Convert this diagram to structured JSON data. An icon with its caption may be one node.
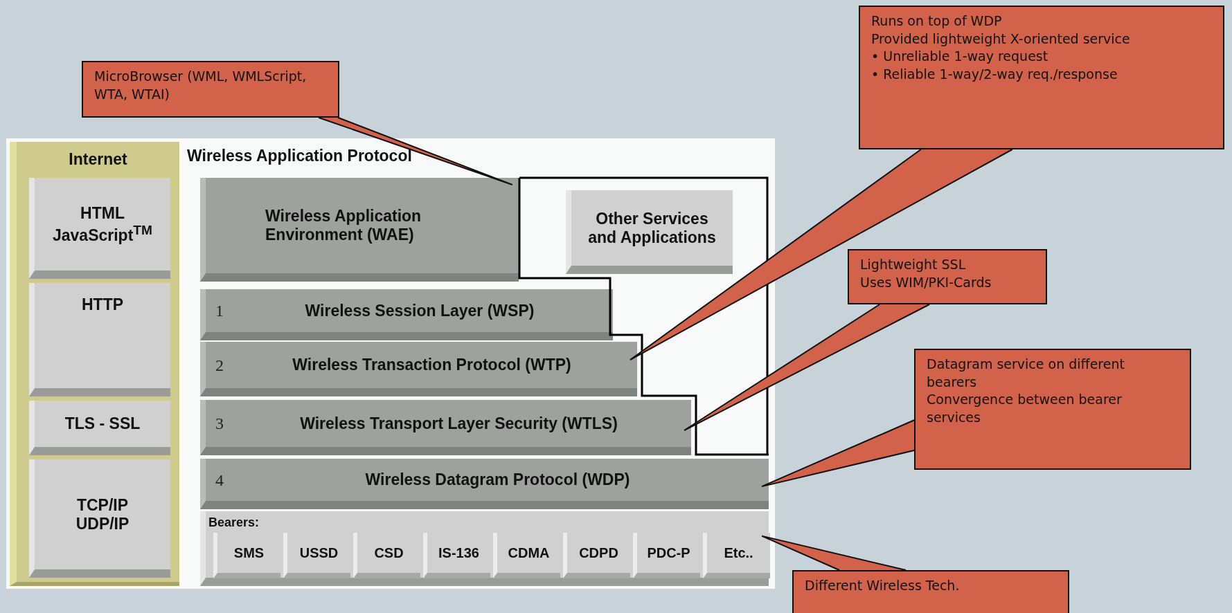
{
  "diagram": {
    "nodes": [
      {
        "text": [
          "Internet"
        ]
      },
      {
        "text": [
          "HTML",
          "JavaScript$^{TM}$"
        ],
        "in": 0
      },
      {
        "text": [
          "HTTP"
        ],
        "in": 0
      },
      {
        "text": [
          "TLS - SSL"
        ],
        "in": 0
      },
      {
        "text": [
          "TCP/IP",
          "UDP/IP"
        ],
        "in": 0
      },
      {
        "text": [
          "Wireless Application Protocol"
        ]
      },
      {
        "text": [
          "Wireless Application Environment (WAE)"
        ],
        "in": 5
      },
      {
        "text": [
          "Other Services and Applications"
        ],
        "in": 5
      },
      {
        "text": [
          "1",
          "Wireless Session Layer (WSP)"
        ],
        "in": 5
      },
      {
        "text": [
          "2",
          "Wireless Transaction Protocol (WTP)"
        ],
        "in": 5
      },
      {
        "text": [
          "3",
          "Wireless Transport Layer Security (WTLS)"
        ],
        "in": 5
      },
      {
        "text": [
          "4",
          "Wireless Datagram Protocol (WDP)"
        ],
        "in": 5
      },
      {
        "text": [
          "Bearers:"
        ],
        "in": 5
      },
      {
        "text": [
          "SMS"
        ],
        "in": 12
      },
      {
        "text": [
          "USSD"
        ],
        "in": 12
      },
      {
        "text": [
          "CSD"
        ],
        "in": 12
      },
      {
        "text": [
          "IS-136"
        ],
        "in": 12
      },
      {
        "text": [
          "CDMA"
        ],
        "in": 12
      },
      {
        "text": [
          "CDPD"
        ],
        "in": 12
      },
      {
        "text": [
          "PDC-P"
        ],
        "in": 12
      },
      {
        "text": [
          "Etc.."
        ],
        "in": 12
      },
      {
        "text": [
          "MicroBrowser (WML, WMLScript, WTA, WTAI)"
        ]
      },
      {
        "text": [
          "Runs on top of WDP",
          "Provided lightweight X-oriented service",
          "• Unreliable 1-way request",
          "• Reliable 1-way/2-way req./response"
        ]
      },
      {
        "text": [
          "Lightweight SSL",
          "Uses WIM/PKI-Cards"
        ]
      },
      {
        "text": [
          "Datagram service on different bearers",
          "Convergence between bearer services"
        ]
      },
      {
        "text": [
          "Different Wireless Tech."
        ]
      }
    ],
    "edges": [
      {
        "from": 21,
        "to": 6,
        "arrow": "none"
      },
      {
        "from": 22,
        "to": 9,
        "arrow": "none"
      },
      {
        "from": 23,
        "to": 10,
        "arrow": "none"
      },
      {
        "from": 24,
        "to": 11,
        "arrow": "none"
      },
      {
        "from": 25,
        "to": 12,
        "arrow": "none"
      }
    ]
  }
}
